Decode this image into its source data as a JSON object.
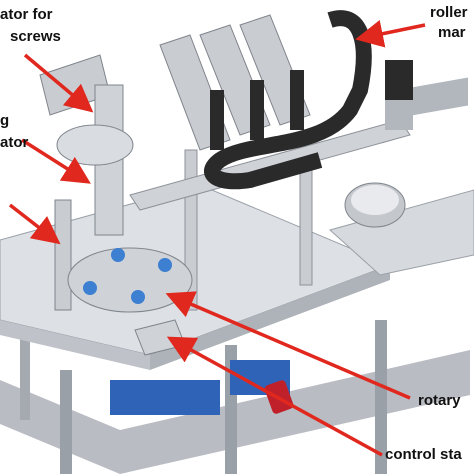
{
  "labels": {
    "feeder_line1": "ator for",
    "feeder_line2": "screws",
    "left_line1": "g",
    "left_line2": "ator",
    "roller_line1": "roller",
    "roller_line2": "mar",
    "rotary": "rotary",
    "control": "control sta"
  },
  "colors": {
    "arrow": "#e0281e",
    "frame": "#c9ccd1",
    "table": "#dde1e6",
    "dark": "#2a2a2a",
    "bin": "#2e63b8",
    "red_part": "#c0202a"
  }
}
